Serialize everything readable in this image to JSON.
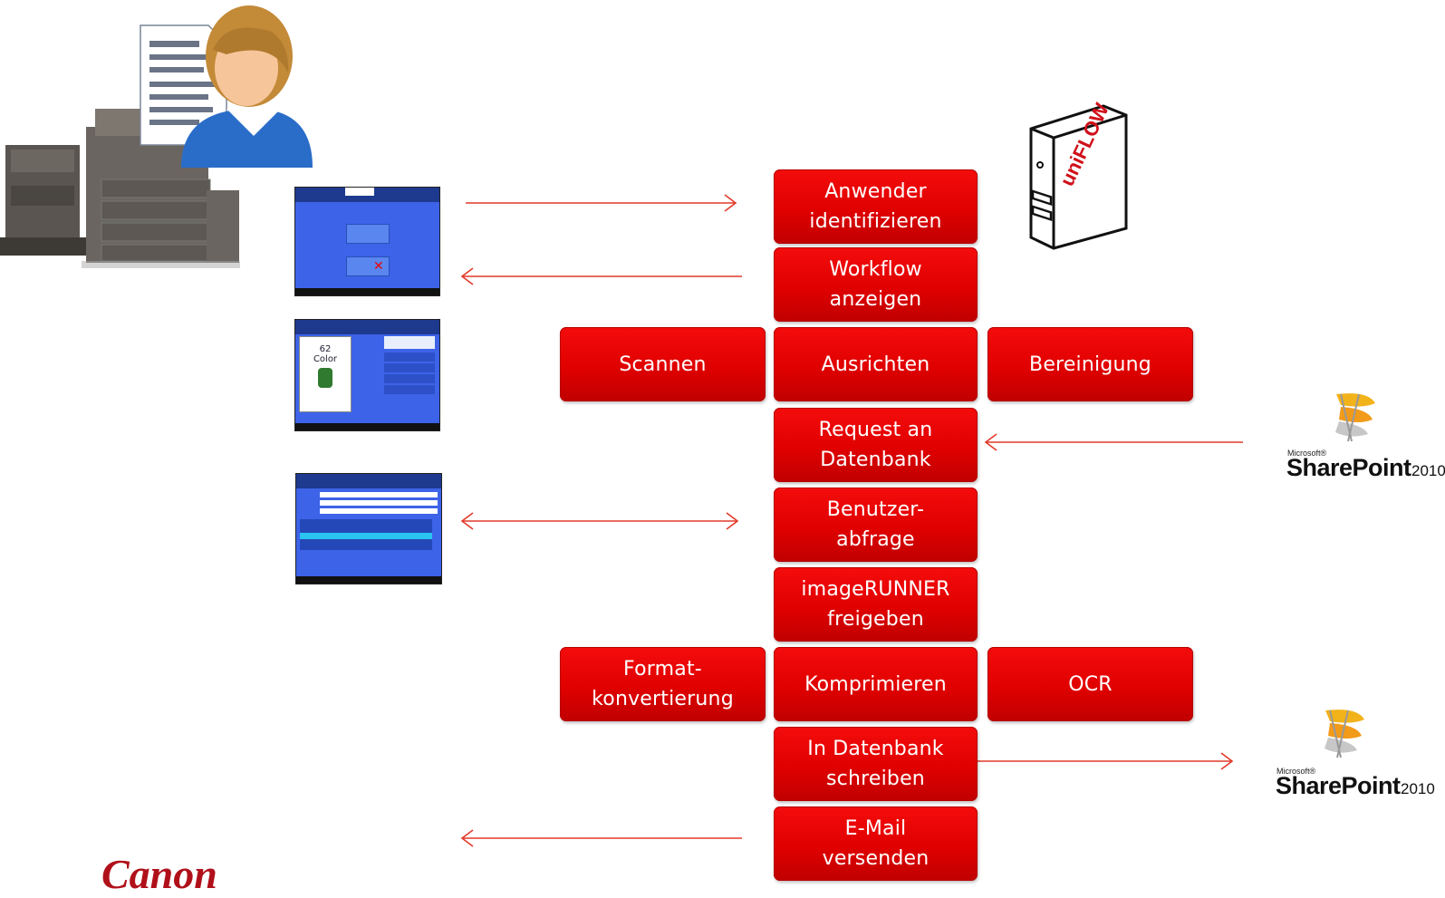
{
  "steps": {
    "anwender": "Anwender\nidentifizieren",
    "workflow": "Workflow\nanzeigen",
    "scannen": "Scannen",
    "ausrichten": "Ausrichten",
    "bereinigung": "Bereinigung",
    "request": "Request an\nDatenbank",
    "benutzer": "Benutzer-\nabfrage",
    "imagerunner": "imageRUNNER\nfreigeben",
    "format": "Format-\nkonvertierung",
    "komprimieren": "Komprimieren",
    "ocr": "OCR",
    "in_datenbank": "In Datenbank\nschreiben",
    "email": "E-Mail\nversenden"
  },
  "sharepoint": {
    "microsoft": "Microsoft®",
    "name": "SharePoint",
    "year": "2010"
  },
  "server_logo": "uniFLOW",
  "panel2": {
    "line1": "62",
    "line2": "Color"
  },
  "brand": "Canon",
  "colors": {
    "box_red": "#e00000",
    "arrow_red": "#e23a2a",
    "screen_blue": "#3d63e8"
  },
  "icons": [
    "multifunction-printer-icon",
    "user-document-icon",
    "server-icon",
    "sharepoint-logo-icon"
  ]
}
